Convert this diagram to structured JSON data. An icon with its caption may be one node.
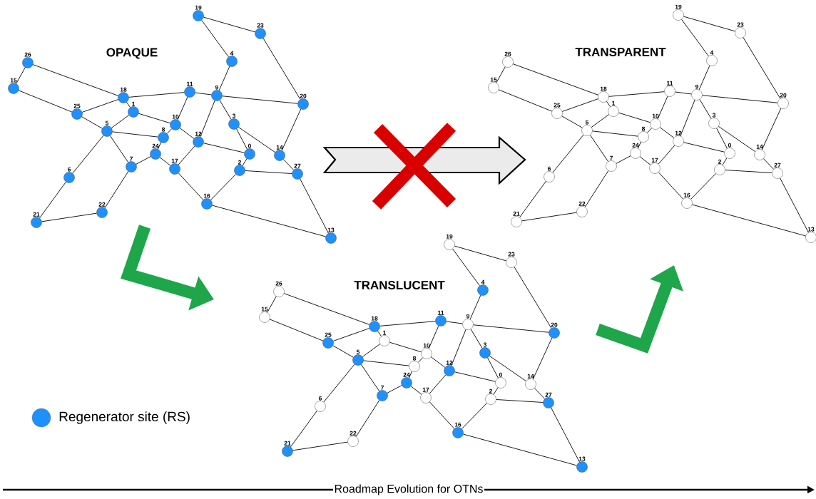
{
  "diagram": {
    "nodes": [
      {
        "text": [
          "0"
        ]
      },
      {
        "text": [
          "1"
        ]
      },
      {
        "text": [
          "2"
        ]
      },
      {
        "text": [
          "3"
        ]
      },
      {
        "text": [
          "4"
        ]
      },
      {
        "text": [
          "5"
        ]
      },
      {
        "text": [
          "6"
        ]
      },
      {
        "text": [
          "7"
        ]
      },
      {
        "text": [
          "8"
        ]
      },
      {
        "text": [
          "9"
        ]
      },
      {
        "text": [
          "10"
        ]
      },
      {
        "text": [
          "11"
        ]
      },
      {
        "text": [
          "12"
        ]
      },
      {
        "text": [
          "13"
        ]
      },
      {
        "text": [
          "14"
        ]
      },
      {
        "text": [
          "15"
        ]
      },
      {
        "text": [
          "16"
        ]
      },
      {
        "text": [
          "17"
        ]
      },
      {
        "text": [
          "18"
        ]
      },
      {
        "text": [
          "19"
        ]
      },
      {
        "text": [
          "20"
        ]
      },
      {
        "text": [
          "21"
        ]
      },
      {
        "text": [
          "22"
        ]
      },
      {
        "text": [
          "23"
        ]
      },
      {
        "text": [
          "24"
        ]
      },
      {
        "text": [
          "25"
        ]
      },
      {
        "text": [
          "26"
        ]
      },
      {
        "text": [
          "27"
        ]
      },
      {
        "text": [
          "0"
        ]
      },
      {
        "text": [
          "1"
        ]
      },
      {
        "text": [
          "2"
        ]
      },
      {
        "text": [
          "3"
        ]
      },
      {
        "text": [
          "4"
        ]
      },
      {
        "text": [
          "5"
        ]
      },
      {
        "text": [
          "6"
        ]
      },
      {
        "text": [
          "7"
        ]
      },
      {
        "text": [
          "8"
        ]
      },
      {
        "text": [
          "9"
        ]
      },
      {
        "text": [
          "10"
        ]
      },
      {
        "text": [
          "11"
        ]
      },
      {
        "text": [
          "12"
        ]
      },
      {
        "text": [
          "13"
        ]
      },
      {
        "text": [
          "14"
        ]
      },
      {
        "text": [
          "15"
        ]
      },
      {
        "text": [
          "16"
        ]
      },
      {
        "text": [
          "17"
        ]
      },
      {
        "text": [
          "18"
        ]
      },
      {
        "text": [
          "19"
        ]
      },
      {
        "text": [
          "20"
        ]
      },
      {
        "text": [
          "21"
        ]
      },
      {
        "text": [
          "22"
        ]
      },
      {
        "text": [
          "23"
        ]
      },
      {
        "text": [
          "24"
        ]
      },
      {
        "text": [
          "25"
        ]
      },
      {
        "text": [
          "26"
        ]
      },
      {
        "text": [
          "27"
        ]
      },
      {
        "text": [
          "0"
        ]
      },
      {
        "text": [
          "1"
        ]
      },
      {
        "text": [
          "2"
        ]
      },
      {
        "text": [
          "3"
        ]
      },
      {
        "text": [
          "4"
        ]
      },
      {
        "text": [
          "5"
        ]
      },
      {
        "text": [
          "6"
        ]
      },
      {
        "text": [
          "7"
        ]
      },
      {
        "text": [
          "8"
        ]
      },
      {
        "text": [
          "9"
        ]
      },
      {
        "text": [
          "10"
        ]
      },
      {
        "text": [
          "11"
        ]
      },
      {
        "text": [
          "12"
        ]
      },
      {
        "text": [
          "13"
        ]
      },
      {
        "text": [
          "14"
        ]
      },
      {
        "text": [
          "15"
        ]
      },
      {
        "text": [
          "16"
        ]
      },
      {
        "text": [
          "17"
        ]
      },
      {
        "text": [
          "18"
        ]
      },
      {
        "text": [
          "19"
        ]
      },
      {
        "text": [
          "20"
        ]
      },
      {
        "text": [
          "21"
        ]
      },
      {
        "text": [
          "22"
        ]
      },
      {
        "text": [
          "23"
        ]
      },
      {
        "text": [
          "24"
        ]
      },
      {
        "text": [
          "25"
        ]
      },
      {
        "text": [
          "26"
        ]
      },
      {
        "text": [
          "27"
        ]
      }
    ],
    "edges": [
      {
        "from": 19,
        "to": 23,
        "arrow": "none"
      },
      {
        "from": 19,
        "to": 4,
        "arrow": "none"
      },
      {
        "from": 23,
        "to": 20,
        "arrow": "none"
      },
      {
        "from": 4,
        "to": 9,
        "arrow": "none"
      },
      {
        "from": 26,
        "to": 15,
        "arrow": "none"
      },
      {
        "from": 26,
        "to": 18,
        "arrow": "none"
      },
      {
        "from": 15,
        "to": 25,
        "arrow": "none"
      },
      {
        "from": 18,
        "to": 11,
        "arrow": "none"
      },
      {
        "from": 18,
        "to": 25,
        "arrow": "none"
      },
      {
        "from": 18,
        "to": 1,
        "arrow": "none"
      },
      {
        "from": 11,
        "to": 9,
        "arrow": "none"
      },
      {
        "from": 11,
        "to": 10,
        "arrow": "none"
      },
      {
        "from": 9,
        "to": 20,
        "arrow": "none"
      },
      {
        "from": 9,
        "to": 3,
        "arrow": "none"
      },
      {
        "from": 9,
        "to": 12,
        "arrow": "none"
      },
      {
        "from": 1,
        "to": 5,
        "arrow": "none"
      },
      {
        "from": 1,
        "to": 10,
        "arrow": "none"
      },
      {
        "from": 25,
        "to": 5,
        "arrow": "none"
      },
      {
        "from": 5,
        "to": 8,
        "arrow": "none"
      },
      {
        "from": 5,
        "to": 6,
        "arrow": "none"
      },
      {
        "from": 5,
        "to": 7,
        "arrow": "none"
      },
      {
        "from": 10,
        "to": 8,
        "arrow": "none"
      },
      {
        "from": 10,
        "to": 12,
        "arrow": "none"
      },
      {
        "from": 8,
        "to": 24,
        "arrow": "none"
      },
      {
        "from": 24,
        "to": 7,
        "arrow": "none"
      },
      {
        "from": 24,
        "to": 17,
        "arrow": "none"
      },
      {
        "from": 12,
        "to": 17,
        "arrow": "none"
      },
      {
        "from": 12,
        "to": 0,
        "arrow": "none"
      },
      {
        "from": 3,
        "to": 0,
        "arrow": "none"
      },
      {
        "from": 3,
        "to": 14,
        "arrow": "none"
      },
      {
        "from": 20,
        "to": 14,
        "arrow": "none"
      },
      {
        "from": 14,
        "to": 27,
        "arrow": "none"
      },
      {
        "from": 0,
        "to": 2,
        "arrow": "none"
      },
      {
        "from": 2,
        "to": 27,
        "arrow": "none"
      },
      {
        "from": 2,
        "to": 16,
        "arrow": "none"
      },
      {
        "from": 17,
        "to": 16,
        "arrow": "none"
      },
      {
        "from": 7,
        "to": 22,
        "arrow": "none"
      },
      {
        "from": 6,
        "to": 21,
        "arrow": "none"
      },
      {
        "from": 21,
        "to": 22,
        "arrow": "none"
      },
      {
        "from": 16,
        "to": 13,
        "arrow": "none"
      },
      {
        "from": 27,
        "to": 13,
        "arrow": "none"
      },
      {
        "from": 47,
        "to": 51,
        "arrow": "none"
      },
      {
        "from": 47,
        "to": 32,
        "arrow": "none"
      },
      {
        "from": 51,
        "to": 48,
        "arrow": "none"
      },
      {
        "from": 32,
        "to": 37,
        "arrow": "none"
      },
      {
        "from": 54,
        "to": 43,
        "arrow": "none"
      },
      {
        "from": 54,
        "to": 46,
        "arrow": "none"
      },
      {
        "from": 43,
        "to": 53,
        "arrow": "none"
      },
      {
        "from": 46,
        "to": 39,
        "arrow": "none"
      },
      {
        "from": 46,
        "to": 53,
        "arrow": "none"
      },
      {
        "from": 46,
        "to": 29,
        "arrow": "none"
      },
      {
        "from": 39,
        "to": 37,
        "arrow": "none"
      },
      {
        "from": 39,
        "to": 38,
        "arrow": "none"
      },
      {
        "from": 37,
        "to": 48,
        "arrow": "none"
      },
      {
        "from": 37,
        "to": 31,
        "arrow": "none"
      },
      {
        "from": 37,
        "to": 40,
        "arrow": "none"
      },
      {
        "from": 29,
        "to": 33,
        "arrow": "none"
      },
      {
        "from": 29,
        "to": 38,
        "arrow": "none"
      },
      {
        "from": 53,
        "to": 33,
        "arrow": "none"
      },
      {
        "from": 33,
        "to": 36,
        "arrow": "none"
      },
      {
        "from": 33,
        "to": 34,
        "arrow": "none"
      },
      {
        "from": 33,
        "to": 35,
        "arrow": "none"
      },
      {
        "from": 38,
        "to": 36,
        "arrow": "none"
      },
      {
        "from": 38,
        "to": 40,
        "arrow": "none"
      },
      {
        "from": 36,
        "to": 52,
        "arrow": "none"
      },
      {
        "from": 52,
        "to": 35,
        "arrow": "none"
      },
      {
        "from": 52,
        "to": 45,
        "arrow": "none"
      },
      {
        "from": 40,
        "to": 45,
        "arrow": "none"
      },
      {
        "from": 40,
        "to": 28,
        "arrow": "none"
      },
      {
        "from": 31,
        "to": 28,
        "arrow": "none"
      },
      {
        "from": 31,
        "to": 42,
        "arrow": "none"
      },
      {
        "from": 48,
        "to": 42,
        "arrow": "none"
      },
      {
        "from": 42,
        "to": 55,
        "arrow": "none"
      },
      {
        "from": 28,
        "to": 30,
        "arrow": "none"
      },
      {
        "from": 30,
        "to": 55,
        "arrow": "none"
      },
      {
        "from": 30,
        "to": 44,
        "arrow": "none"
      },
      {
        "from": 45,
        "to": 44,
        "arrow": "none"
      },
      {
        "from": 35,
        "to": 50,
        "arrow": "none"
      },
      {
        "from": 34,
        "to": 49,
        "arrow": "none"
      },
      {
        "from": 49,
        "to": 50,
        "arrow": "none"
      },
      {
        "from": 44,
        "to": 41,
        "arrow": "none"
      },
      {
        "from": 55,
        "to": 41,
        "arrow": "none"
      },
      {
        "from": 75,
        "to": 79,
        "arrow": "none"
      },
      {
        "from": 75,
        "to": 60,
        "arrow": "none"
      },
      {
        "from": 79,
        "to": 76,
        "arrow": "none"
      },
      {
        "from": 60,
        "to": 65,
        "arrow": "none"
      },
      {
        "from": 82,
        "to": 71,
        "arrow": "none"
      },
      {
        "from": 82,
        "to": 74,
        "arrow": "none"
      },
      {
        "from": 71,
        "to": 81,
        "arrow": "none"
      },
      {
        "from": 74,
        "to": 67,
        "arrow": "none"
      },
      {
        "from": 74,
        "to": 81,
        "arrow": "none"
      },
      {
        "from": 74,
        "to": 57,
        "arrow": "none"
      },
      {
        "from": 67,
        "to": 65,
        "arrow": "none"
      },
      {
        "from": 67,
        "to": 66,
        "arrow": "none"
      },
      {
        "from": 65,
        "to": 76,
        "arrow": "none"
      },
      {
        "from": 65,
        "to": 59,
        "arrow": "none"
      },
      {
        "from": 65,
        "to": 68,
        "arrow": "none"
      },
      {
        "from": 57,
        "to": 61,
        "arrow": "none"
      },
      {
        "from": 57,
        "to": 66,
        "arrow": "none"
      },
      {
        "from": 81,
        "to": 61,
        "arrow": "none"
      },
      {
        "from": 61,
        "to": 64,
        "arrow": "none"
      },
      {
        "from": 61,
        "to": 62,
        "arrow": "none"
      },
      {
        "from": 61,
        "to": 63,
        "arrow": "none"
      },
      {
        "from": 66,
        "to": 64,
        "arrow": "none"
      },
      {
        "from": 66,
        "to": 68,
        "arrow": "none"
      },
      {
        "from": 64,
        "to": 80,
        "arrow": "none"
      },
      {
        "from": 80,
        "to": 63,
        "arrow": "none"
      },
      {
        "from": 80,
        "to": 73,
        "arrow": "none"
      },
      {
        "from": 68,
        "to": 73,
        "arrow": "none"
      },
      {
        "from": 68,
        "to": 56,
        "arrow": "none"
      },
      {
        "from": 59,
        "to": 56,
        "arrow": "none"
      },
      {
        "from": 59,
        "to": 70,
        "arrow": "none"
      },
      {
        "from": 76,
        "to": 70,
        "arrow": "none"
      },
      {
        "from": 70,
        "to": 83,
        "arrow": "none"
      },
      {
        "from": 56,
        "to": 58,
        "arrow": "none"
      },
      {
        "from": 58,
        "to": 83,
        "arrow": "none"
      },
      {
        "from": 58,
        "to": 72,
        "arrow": "none"
      },
      {
        "from": 73,
        "to": 72,
        "arrow": "none"
      },
      {
        "from": 63,
        "to": 78,
        "arrow": "none"
      },
      {
        "from": 62,
        "to": 77,
        "arrow": "none"
      },
      {
        "from": 77,
        "to": 78,
        "arrow": "none"
      },
      {
        "from": 72,
        "to": 69,
        "arrow": "none"
      },
      {
        "from": 83,
        "to": 69,
        "arrow": "none"
      }
    ],
    "labels": [
      "OPAQUE",
      "TRANSPARENT",
      "TRANSLUCENT",
      "Roadmap Evolution for OTNs"
    ],
    "legend": [
      {
        "text": "Regenerator site (RS)",
        "color": "#1e90ff"
      }
    ]
  }
}
